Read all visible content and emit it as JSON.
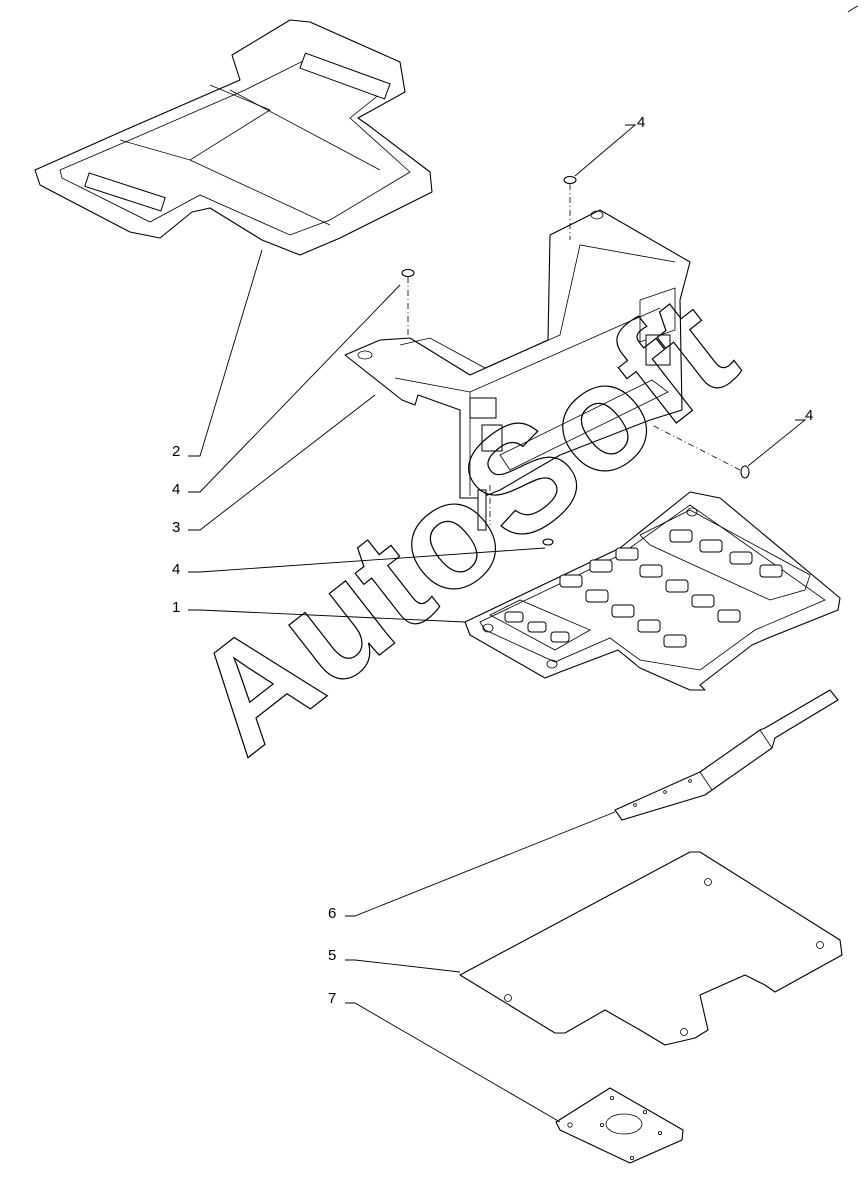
{
  "watermark": "AutoSoft",
  "callouts": [
    {
      "id": "c2",
      "label": "2"
    },
    {
      "id": "c4a",
      "label": "4"
    },
    {
      "id": "c3",
      "label": "3"
    },
    {
      "id": "c4b",
      "label": "4"
    },
    {
      "id": "c1",
      "label": "1"
    },
    {
      "id": "c4c",
      "label": "4"
    },
    {
      "id": "c4d",
      "label": "4"
    },
    {
      "id": "c6",
      "label": "6"
    },
    {
      "id": "c5",
      "label": "5"
    },
    {
      "id": "c7",
      "label": "7"
    }
  ]
}
